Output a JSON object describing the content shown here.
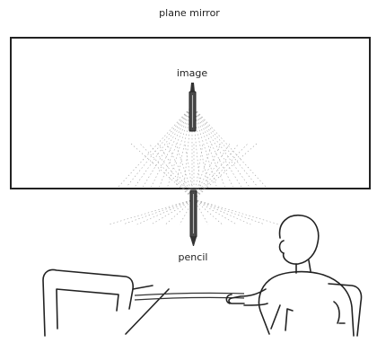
{
  "labels": {
    "title": "plane mirror",
    "image": "image",
    "pencil": "pencil"
  },
  "colors": {
    "ink": "#222222",
    "rays": "#9a9a9a",
    "background": "#ffffff"
  },
  "icons": {
    "pencil": "pencil-icon",
    "image": "pencil-reflection-icon",
    "observer": "person-icon",
    "chair": "chair-icon"
  }
}
